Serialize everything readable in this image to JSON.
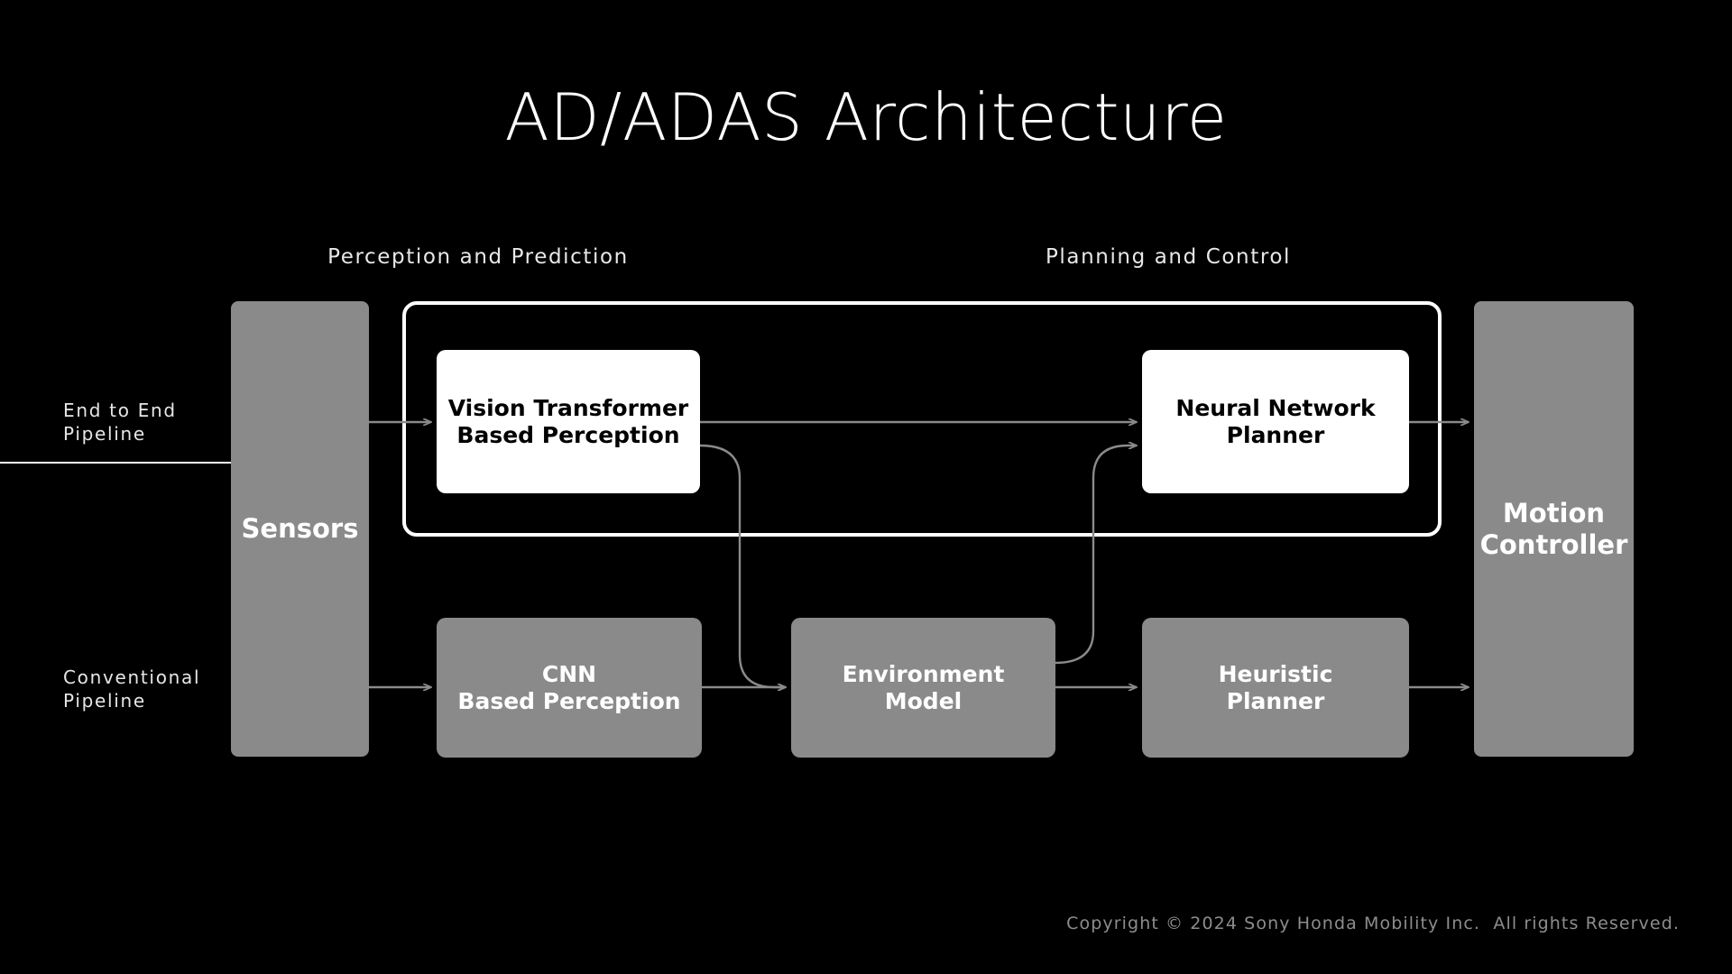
{
  "slide": {
    "title": "AD/ADAS Architecture",
    "background_color": "#000000",
    "accent_color": "#ffffff",
    "box_gray": "#8a8a8a",
    "arrow_color": "#8a8a8a",
    "footer": "Copyright © 2024 Sony Honda Mobility Inc.  All rights Reserved."
  },
  "section_labels": {
    "perception": "Perception and Prediction",
    "planning": "Planning and Control"
  },
  "pipeline_labels": {
    "end_to_end": "End to End\nPipeline",
    "conventional": "Conventional\nPipeline"
  },
  "nodes": {
    "sensors": {
      "label": "Sensors",
      "style": "gray"
    },
    "vision_transformer": {
      "label": "Vision Transformer\nBased Perception",
      "style": "white"
    },
    "neural_network_planner": {
      "label": "Neural Network\nPlanner",
      "style": "white"
    },
    "cnn_perception": {
      "label": "CNN\nBased Perception",
      "style": "gray"
    },
    "environment_model": {
      "label": "Environment\nModel",
      "style": "gray"
    },
    "heuristic_planner": {
      "label": "Heuristic\nPlanner",
      "style": "gray"
    },
    "motion_controller": {
      "label": "Motion\nController",
      "style": "gray"
    }
  },
  "connections": [
    {
      "from": "sensors",
      "to": "vision_transformer"
    },
    {
      "from": "sensors",
      "to": "cnn_perception"
    },
    {
      "from": "vision_transformer",
      "to": "neural_network_planner"
    },
    {
      "from": "vision_transformer",
      "to": "environment_model"
    },
    {
      "from": "cnn_perception",
      "to": "environment_model"
    },
    {
      "from": "environment_model",
      "to": "neural_network_planner"
    },
    {
      "from": "environment_model",
      "to": "heuristic_planner"
    },
    {
      "from": "neural_network_planner",
      "to": "motion_controller"
    },
    {
      "from": "heuristic_planner",
      "to": "motion_controller"
    }
  ]
}
